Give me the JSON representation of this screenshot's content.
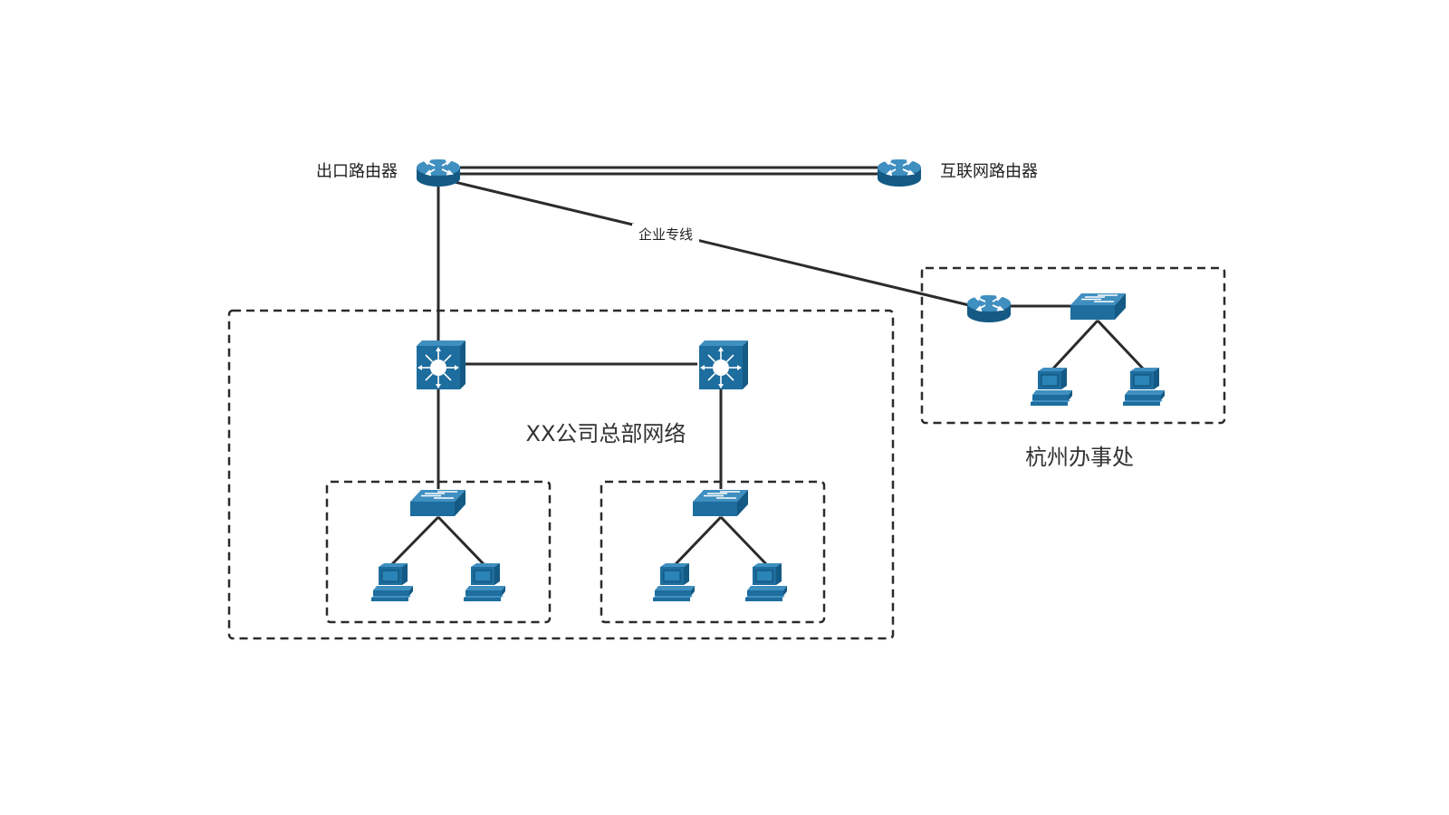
{
  "diagram": {
    "title": "",
    "colors": {
      "device_fill": "#1d6d9e",
      "device_top": "#3f8fc0",
      "device_dark": "#145a85",
      "line": "#2b2b2b",
      "text": "#222222"
    },
    "nodes": {
      "exit_router": {
        "label": "出口路由器",
        "type": "router-icon"
      },
      "internet_router": {
        "label": "互联网路由器",
        "type": "router-icon"
      },
      "hq_core_switch_left": {
        "label": "",
        "type": "multilayer-switch-icon"
      },
      "hq_core_switch_right": {
        "label": "",
        "type": "multilayer-switch-icon"
      },
      "hq_access_switch_left": {
        "label": "",
        "type": "workgroup-switch-icon"
      },
      "hq_access_switch_right": {
        "label": "",
        "type": "workgroup-switch-icon"
      },
      "branch_router": {
        "label": "",
        "type": "router-icon"
      },
      "branch_switch": {
        "label": "",
        "type": "workgroup-switch-icon"
      },
      "pcs": {
        "count": 6,
        "type": "pc-icon"
      }
    },
    "edges": {
      "dedicated_line": {
        "label": "企业专线"
      }
    },
    "regions": {
      "hq": {
        "label": "XX公司总部网络"
      },
      "branch": {
        "label": "杭州办事处"
      }
    }
  }
}
